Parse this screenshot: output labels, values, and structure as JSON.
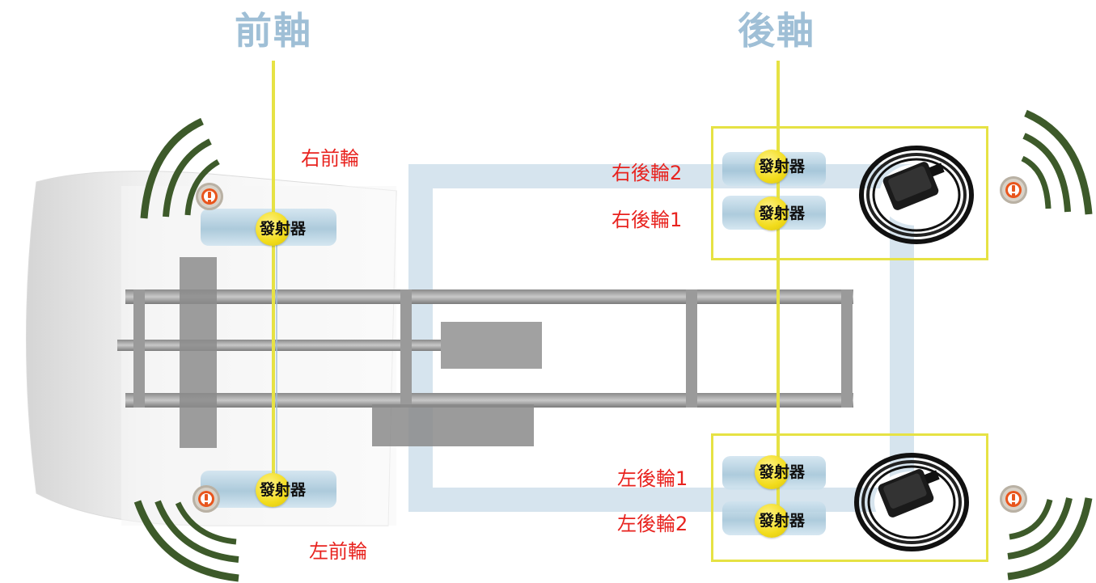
{
  "axes": {
    "front": "前軸",
    "rear": "後軸"
  },
  "wheels": {
    "front_right": "右前輪",
    "front_left": "左前輪",
    "rear_right_2": "右後輪2",
    "rear_right_1": "右後輪1",
    "rear_left_1": "左後輪1",
    "rear_left_2": "左後輪2"
  },
  "transmitter_label": "發射器",
  "colors": {
    "axis_title": "#9fbfd6",
    "wheel_label": "#e8231f",
    "axle_line": "#e6e244",
    "transmitter": "#f2dc1c",
    "signal_arcs": "#3d5a2a",
    "warning_icon": "#e8551c"
  },
  "icons": {
    "tpms_warning": "tire-pressure-warning-icon",
    "signal": "wireless-signal-icon",
    "receiver": "tpms-receiver-icon"
  }
}
